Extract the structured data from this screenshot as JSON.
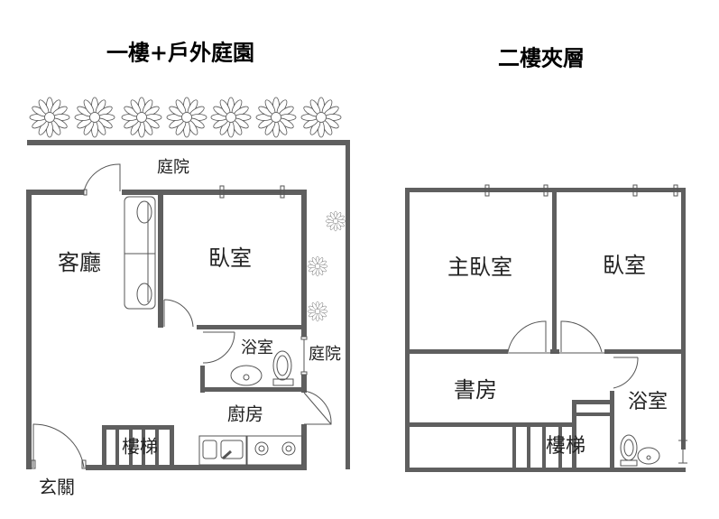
{
  "floor1": {
    "title": "一樓+戶外庭園",
    "rooms": {
      "courtyard_top": "庭院",
      "living_room": "客廳",
      "bedroom": "臥室",
      "bathroom": "浴室",
      "courtyard_side": "庭院",
      "kitchen": "廚房",
      "stairs": "樓梯",
      "entrance": "玄關"
    }
  },
  "floor2": {
    "title": "二樓夾層",
    "rooms": {
      "master_bedroom": "主臥室",
      "bedroom": "臥室",
      "study": "書房",
      "bathroom": "浴室",
      "stairs": "樓梯"
    }
  },
  "colors": {
    "wall": "#5f5f5f",
    "line": "#555555"
  }
}
